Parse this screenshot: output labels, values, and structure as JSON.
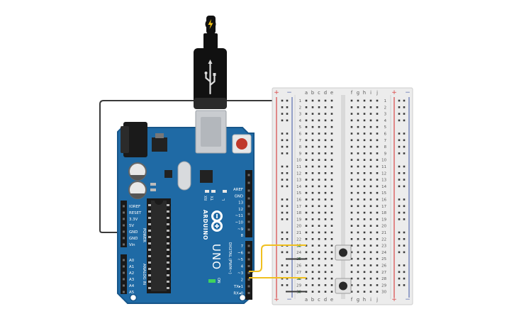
{
  "colors": {
    "board": "#1f6aa5",
    "board_edge": "#17568a",
    "wire": "#3a3a3a",
    "wire_yellow": "#f0c020",
    "rail_red": "#d94545",
    "rail_blue": "#5a6fb0",
    "breadboard": "#ececec",
    "hole": "#3a3a3a",
    "reset_button": "#c0392b",
    "usb_cable": "#111111",
    "bolt": "#f5c518"
  },
  "arduino": {
    "brand": "ARDUINO",
    "model": "UNO",
    "digital_header_label": "DIGITAL (PWM~)",
    "analog_header_label": "ANALOG IN",
    "power_header_label": "POWER",
    "on_label": "ON",
    "l_label": "L",
    "tx_label": "TX",
    "rx_label": "RX",
    "power_pins": [
      "IOREF",
      "RESET",
      "3.3V",
      "5V",
      "GND",
      "GND",
      "Vin"
    ],
    "analog_pins": [
      "A0",
      "A1",
      "A2",
      "A3",
      "A4",
      "A5"
    ],
    "digital_pins_upper": [
      "AREF",
      "GND",
      "13",
      "12",
      "~11",
      "~10",
      "~9",
      "8"
    ],
    "digital_pins_lower": [
      "7",
      "~6",
      "~5",
      "4",
      "~3",
      "2",
      "TX▸1",
      "RX◂0"
    ]
  },
  "breadboard": {
    "col_letters_left": [
      "a",
      "b",
      "c",
      "d",
      "e"
    ],
    "col_letters_right": [
      "f",
      "g",
      "h",
      "i",
      "j"
    ],
    "rail_plus": "+",
    "rail_minus": "−",
    "rows": [
      "1",
      "2",
      "3",
      "4",
      "5",
      "6",
      "7",
      "8",
      "9",
      "10",
      "11",
      "12",
      "13",
      "14",
      "15",
      "16",
      "17",
      "18",
      "19",
      "20",
      "21",
      "22",
      "23",
      "24",
      "25",
      "26",
      "27",
      "28",
      "29",
      "30"
    ],
    "highlight_rows": [
      "23",
      "25",
      "28",
      "30"
    ]
  },
  "icons": {
    "usb_plug": "usb-trident-icon",
    "power_bolt": "lightning-bolt-icon"
  }
}
